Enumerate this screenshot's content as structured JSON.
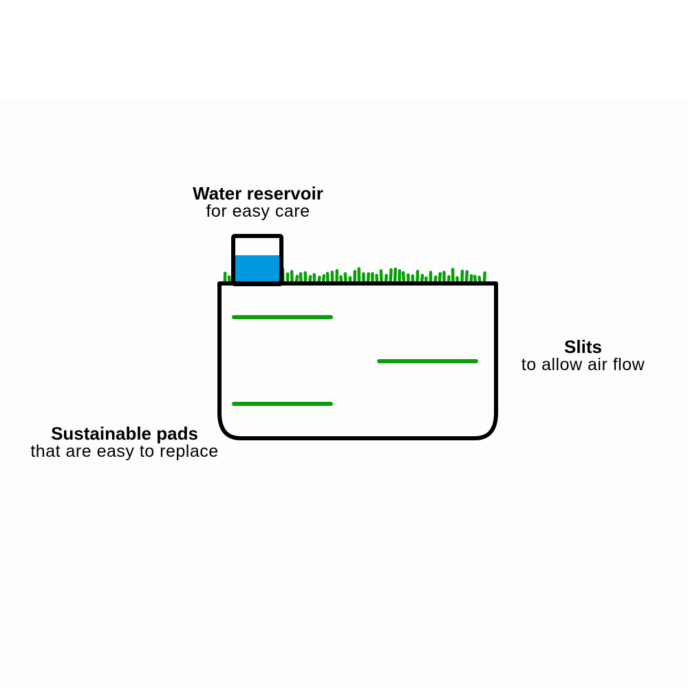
{
  "labels": {
    "reservoir": {
      "title": "Water reservoir",
      "subtitle": "for easy care"
    },
    "slits": {
      "title": "Slits",
      "subtitle": "to allow air flow"
    },
    "pads": {
      "title": "Sustainable pads",
      "subtitle": "that are easy to replace"
    }
  },
  "colors": {
    "outline": "#000000",
    "grass": "#0a9e0a",
    "water": "#0099dd",
    "slit": "#0a9e0a"
  }
}
